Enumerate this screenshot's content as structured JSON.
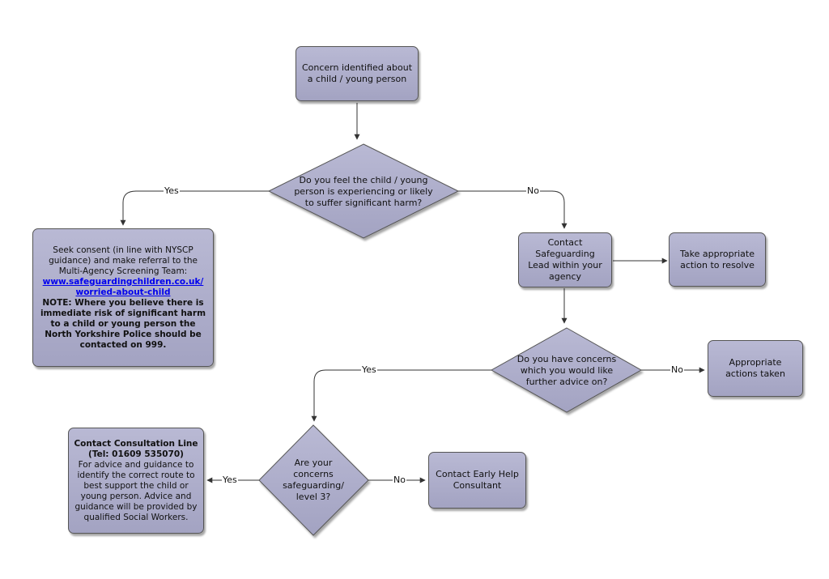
{
  "nodes": {
    "start": "Concern identified about a child / young person",
    "q_harm": "Do you feel the child / young person is experiencing or likely to suffer significant harm?",
    "referral": {
      "intro": "Seek consent (in line with NYSCP guidance) and make referral to the Multi-Agency Screening Team:",
      "link_line1": "www.safeguardingchildren.co.uk/",
      "link_line2": "worried-about-child",
      "note": "NOTE: Where you believe there is immediate risk of significant harm to a child or young person the North Yorkshire Police should be contacted on 999."
    },
    "contact_lead": "Contact Safeguarding Lead within your agency",
    "take_action": "Take appropriate action to resolve",
    "q_further": "Do you have concerns which you would like further advice on?",
    "actions_taken": "Appropriate actions taken",
    "q_level3": "Are your concerns safeguarding/ level 3?",
    "consultation": {
      "title": "Contact Consultation Line",
      "tel": "(Tel: 01609 535070)",
      "body": "For advice and guidance to identify the correct route to best support the child or young person. Advice and guidance will be provided by qualified Social Workers."
    },
    "early_help": "Contact Early Help Consultant"
  },
  "edge_labels": {
    "harm_yes": "Yes",
    "harm_no": "No",
    "further_yes": "Yes",
    "further_no": "No",
    "level3_yes": "Yes",
    "level3_no": "No"
  },
  "colors": {
    "node_fill": "#a9a9c7",
    "node_border": "#555555",
    "edge": "#333333",
    "link": "#0000ee"
  }
}
